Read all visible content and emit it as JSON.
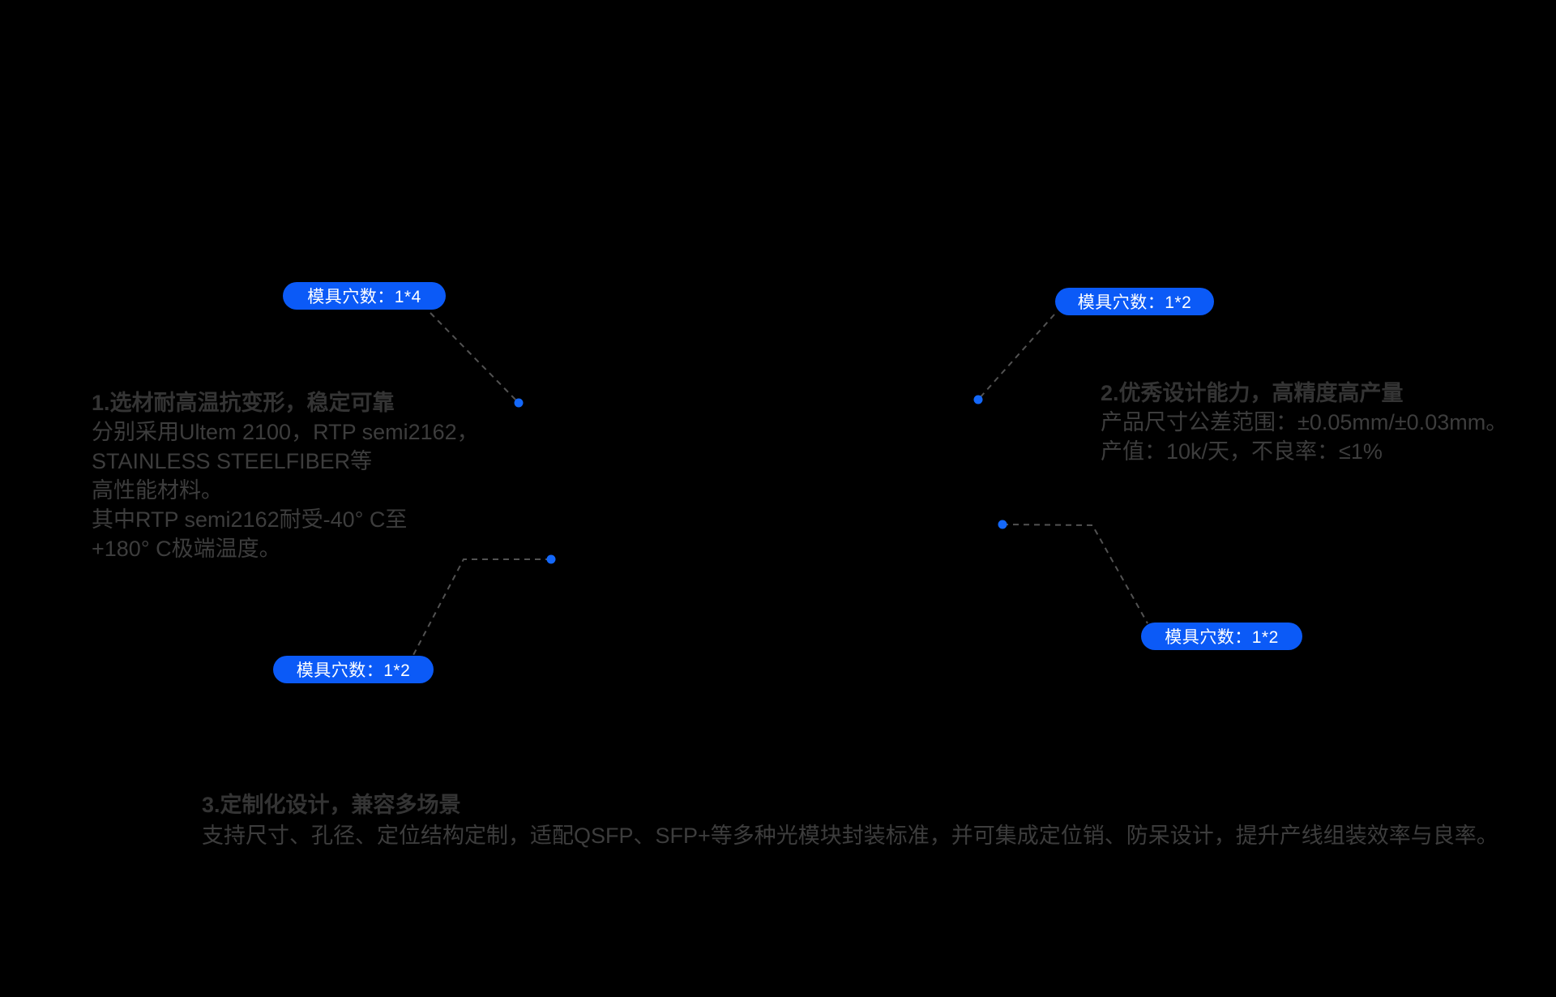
{
  "colors": {
    "background": "#000000",
    "badge_blue": "#0b5af7",
    "dot_blue": "#1468fa",
    "leader_gray": "#525252",
    "text_gray": "#3d3d3d"
  },
  "badges": [
    {
      "label": "模具穴数：1*4"
    },
    {
      "label": "模具穴数：1*2"
    },
    {
      "label": "模具穴数：1*2"
    },
    {
      "label": "模具穴数：1*2"
    }
  ],
  "features": [
    {
      "title": "1.选材耐高温抗变形，稳定可靠",
      "lines": [
        "分别采用Ultem 2100，RTP semi2162，",
        "STAINLESS STEELFIBER等",
        "高性能材料。",
        "其中RTP semi2162耐受-40° C至",
        "+180° C极端温度。"
      ]
    },
    {
      "title": "2.优秀设计能力，高精度高产量",
      "lines": [
        "产品尺寸公差范围：±0.05mm/±0.03mm。",
        "产值：10k/天，不良率：≤1%"
      ]
    },
    {
      "title": "3.定制化设计，兼容多场景",
      "lines": [
        "支持尺寸、孔径、定位结构定制，适配QSFP、SFP+等多种光模块封装标准，并可集成定位销、防呆设计，提升产线组装效率与良率。"
      ]
    }
  ]
}
